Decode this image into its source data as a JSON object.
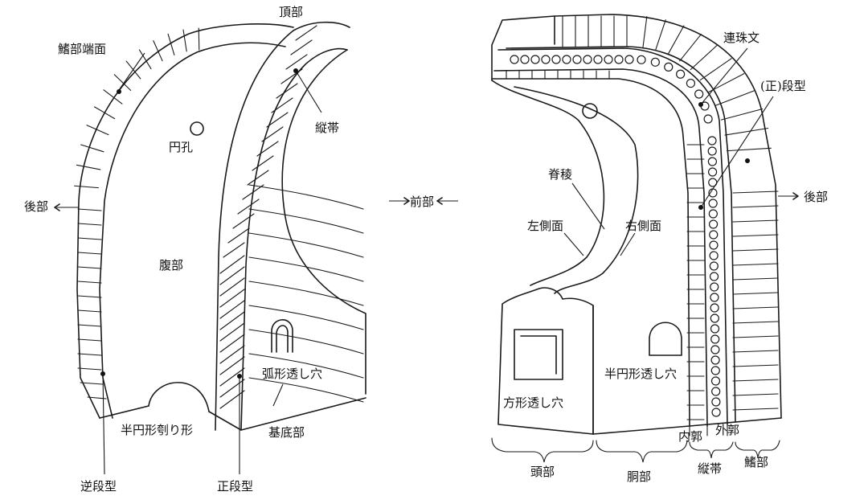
{
  "left_figure": {
    "labels": {
      "top": "頂部",
      "fin_end_face": "鰭部端面",
      "vertical_band": "縦帯",
      "round_hole": "円孔",
      "rear": "後部",
      "belly": "腹部",
      "arc_opening": "弧形透し穴",
      "semicircle_cutout": "半円形刳り形",
      "base": "基底部",
      "reverse_step": "逆段型",
      "forward_step": "正段型"
    }
  },
  "middle": {
    "front": "前部"
  },
  "right_figure": {
    "labels": {
      "bead_pattern": "連珠文",
      "step_type": "(正)段型",
      "ridge": "脊稜",
      "rear": "後部",
      "left_side": "左側面",
      "right_side": "右側面",
      "semicircle_opening": "半円形透し穴",
      "square_opening": "方形透し穴",
      "inner_rim": "内郭",
      "outer_rim": "外郭",
      "head": "頭部",
      "torso": "胴部",
      "vertical_band": "縦帯",
      "fin": "鰭部"
    }
  }
}
